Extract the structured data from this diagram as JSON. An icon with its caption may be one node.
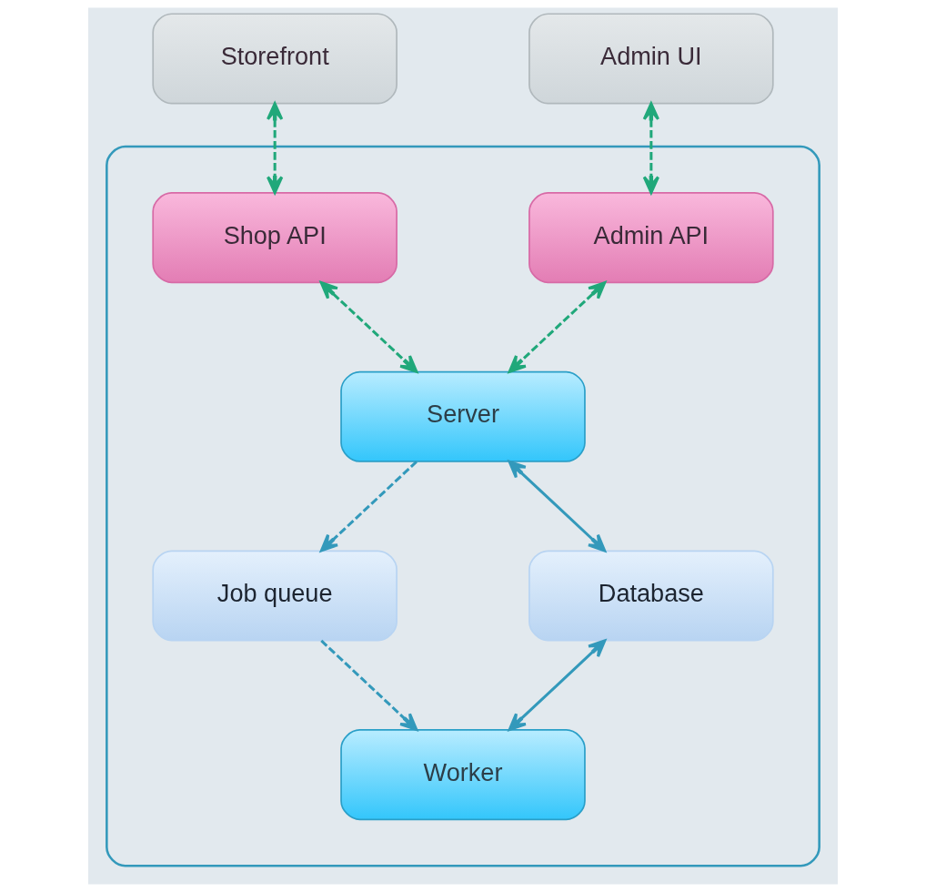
{
  "diagram": {
    "nodes": [
      {
        "text": [
          "Storefront"
        ]
      },
      {
        "text": [
          "Admin UI"
        ]
      },
      {
        "text": [],
        "shape": "box"
      },
      {
        "text": [
          "Shop API"
        ],
        "in": 2
      },
      {
        "text": [
          "Admin API"
        ],
        "in": 2
      },
      {
        "text": [
          "Server"
        ],
        "in": 2
      },
      {
        "text": [
          "Job queue"
        ],
        "in": 2
      },
      {
        "text": [
          "Worker"
        ],
        "in": 2
      },
      {
        "text": [
          "Database"
        ],
        "in": 2
      }
    ],
    "edges": [
      {
        "from": 0,
        "to": 3,
        "arrow": "both",
        "style": "dashed",
        "color": "#20a87a"
      },
      {
        "from": 1,
        "to": 4,
        "arrow": "both",
        "style": "dashed",
        "color": "#20a87a"
      },
      {
        "from": 3,
        "to": 5,
        "arrow": "both",
        "style": "dashed",
        "color": "#20a87a"
      },
      {
        "from": 4,
        "to": 5,
        "arrow": "both",
        "style": "dashed",
        "color": "#20a87a"
      },
      {
        "from": 5,
        "to": 6,
        "arrow": "to",
        "style": "dashed",
        "color": "#3399bb"
      },
      {
        "from": 6,
        "to": 7,
        "arrow": "to",
        "style": "dashed",
        "color": "#3399bb"
      },
      {
        "from": 5,
        "to": 8,
        "arrow": "both",
        "color": "#3399bb"
      },
      {
        "from": 8,
        "to": 7,
        "arrow": "both",
        "color": "#3399bb"
      }
    ]
  }
}
